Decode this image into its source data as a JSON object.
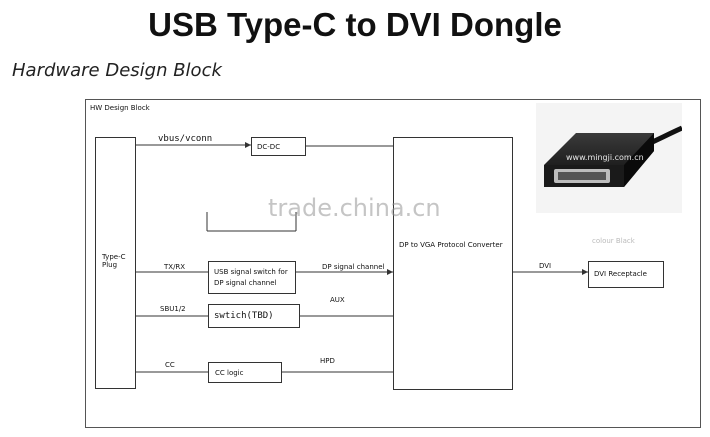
{
  "title": "USB Type-C to DVI Dongle",
  "subtitle": "Hardware Design Block",
  "diagram": {
    "frame_label": "HW Design Block",
    "typec": "Type-C\nPlug",
    "dcdc": "DC-DC",
    "usb_switch": "USB signal switch for\nDP signal channel",
    "switch_tbd": "swtich(TBD)",
    "cc_logic": "CC logic",
    "dp_vga": "DP to VGA Protocol Converter",
    "dvi_receptacle": "DVI Receptacle",
    "labels": {
      "vbus": "vbus/vconn",
      "txrx": "TX/RX",
      "sbu": "SBU1/2",
      "cc": "CC",
      "dp_channel": "DP signal channel",
      "aux": "AUX",
      "hpd": "HPD",
      "dvi": "DVI"
    },
    "photo_url_text": "www.mingji.com.cn",
    "photo_caption": "colour Black"
  },
  "watermark": "trade.china.cn"
}
